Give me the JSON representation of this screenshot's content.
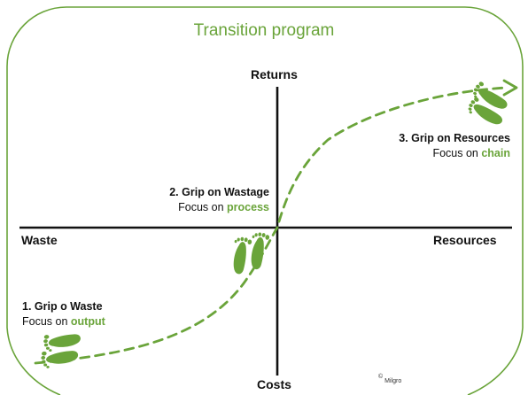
{
  "title": "Transition program",
  "axes": {
    "top": "Returns",
    "bottom": "Costs",
    "left": "Waste",
    "right": "Resources"
  },
  "steps": [
    {
      "title": "1. Grip o Waste",
      "focus_prefix": "Focus on",
      "focus_keyword": "output"
    },
    {
      "title": "2. Grip on Wastage",
      "focus_prefix": "Focus on",
      "focus_keyword": "process"
    },
    {
      "title": "3. Grip on Resources",
      "focus_prefix": "Focus on",
      "focus_keyword": "chain"
    }
  ],
  "copyright": {
    "symbol": "©",
    "owner": "Milgro"
  },
  "icons": {
    "footprints": "footprints-icon",
    "arrow": "arrow-head-icon"
  },
  "colors": {
    "accent": "#6aa43a",
    "axis": "#111111",
    "text": "#111111"
  }
}
